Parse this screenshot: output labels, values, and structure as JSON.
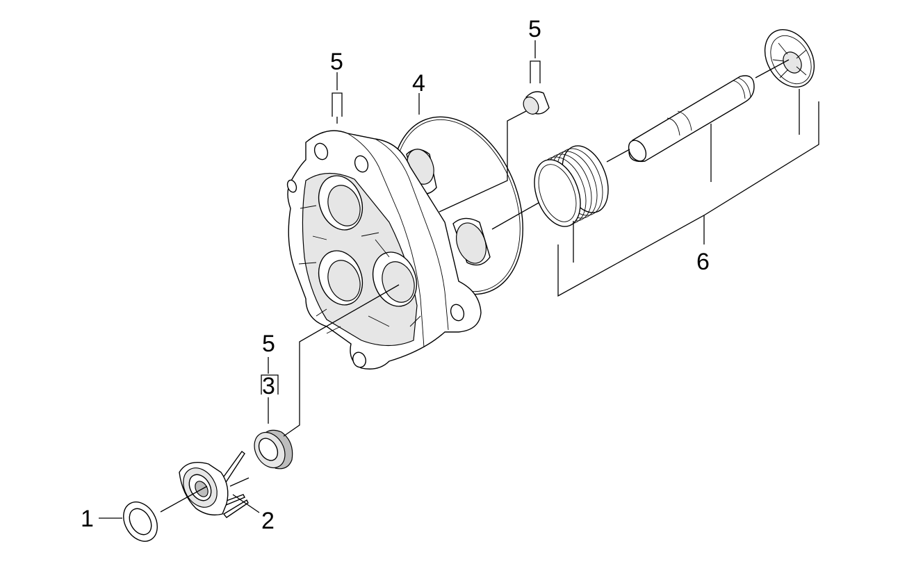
{
  "callouts": {
    "c1": "1",
    "c2": "2",
    "c3": "3",
    "c4": "4",
    "c5_top_left": "5",
    "c5_top_center": "5",
    "c5_lower": "5",
    "c6": "6"
  },
  "icons": {
    "ring_seal": "o-ring-icon",
    "valve_cage": "valve-cage-icon",
    "valve_seat": "valve-seat-ring-icon",
    "pump_head": "pump-head-housing-icon",
    "o_ring_large": "o-ring-gasket-icon",
    "plug": "plug-cap-icon",
    "spring": "coil-spring-icon",
    "piston": "piston-rod-icon",
    "retainer": "spring-retainer-icon"
  }
}
